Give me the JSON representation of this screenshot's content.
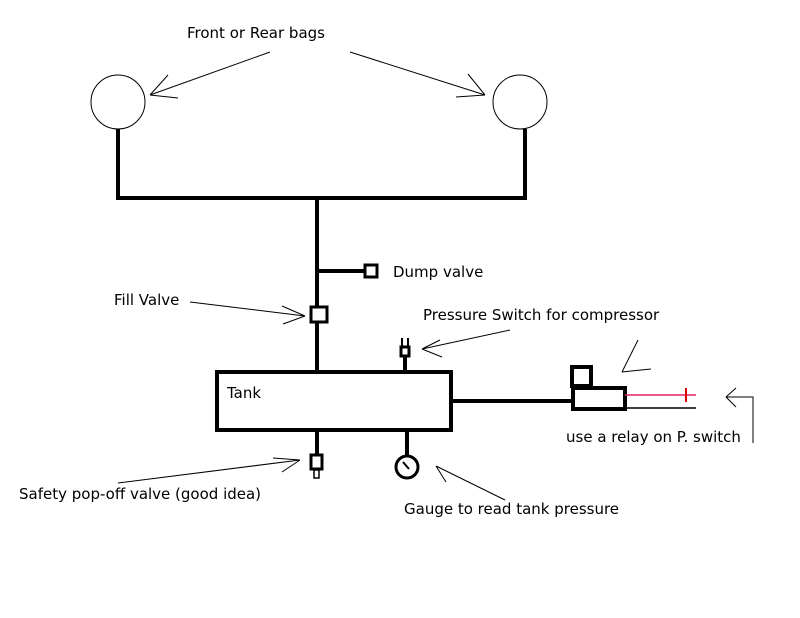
{
  "labels": {
    "bags": "Front or Rear bags",
    "dump_valve": "Dump valve",
    "fill_valve": "Fill Valve",
    "pressure_switch": "Pressure Switch for compressor",
    "tank": "Tank",
    "relay": "use a relay on P. switch",
    "safety_valve": "Safety pop-off valve (good idea)",
    "gauge": "Gauge to read tank pressure"
  },
  "colors": {
    "line": "#000000",
    "power_wire": "#e0206a",
    "fuse_mark": "#e00000",
    "background": "#ffffff"
  }
}
